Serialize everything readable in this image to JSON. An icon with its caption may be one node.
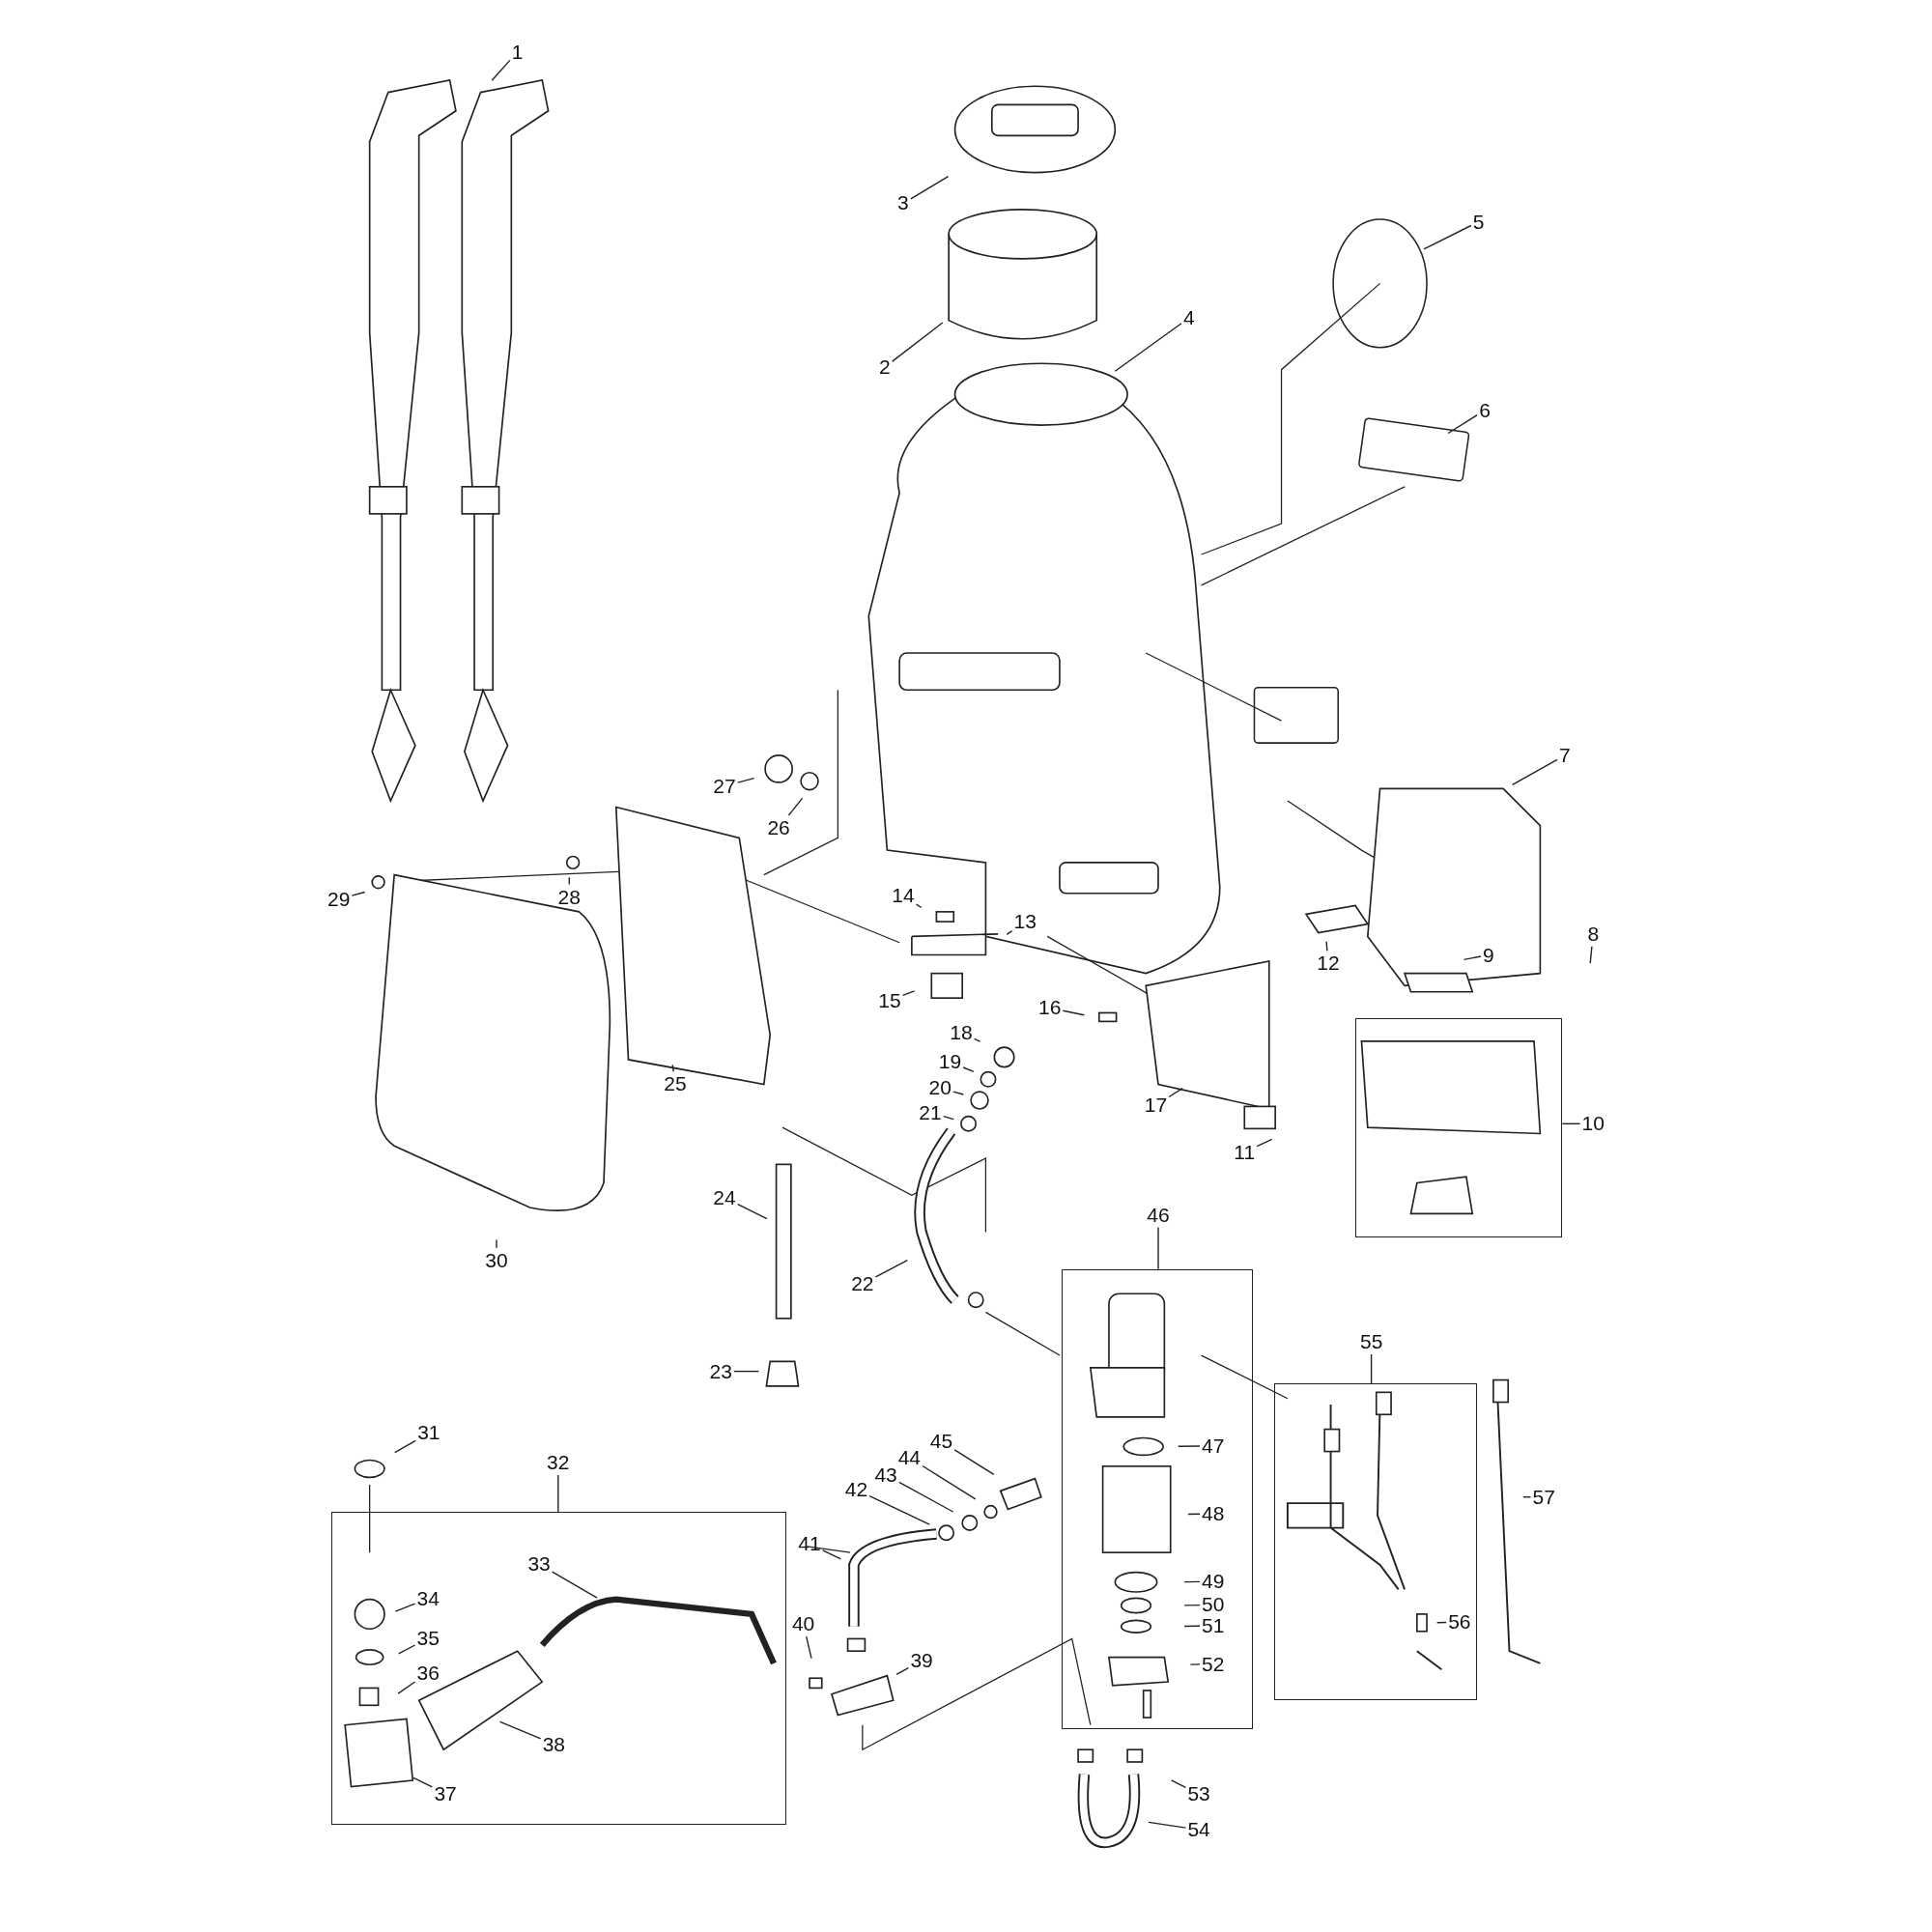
{
  "diagram": {
    "nodes": [
      {
        "text": [],
        "shape": "box"
      },
      {
        "text": [],
        "shape": "box"
      },
      {
        "text": [],
        "shape": "box"
      },
      {
        "text": [],
        "shape": "box"
      },
      {
        "text": [
          "1"
        ]
      },
      {
        "text": [
          "2"
        ]
      },
      {
        "text": [
          "3"
        ]
      },
      {
        "text": [
          "4"
        ]
      },
      {
        "text": [
          "5"
        ]
      },
      {
        "text": [
          "6"
        ]
      },
      {
        "text": [
          "7"
        ]
      },
      {
        "text": [
          "8"
        ]
      },
      {
        "text": [
          "9"
        ]
      },
      {
        "text": [
          "10"
        ]
      },
      {
        "text": [
          "11"
        ]
      },
      {
        "text": [
          "12"
        ]
      },
      {
        "text": [
          "13"
        ]
      },
      {
        "text": [
          "14"
        ]
      },
      {
        "text": [
          "15"
        ]
      },
      {
        "text": [
          "16"
        ]
      },
      {
        "text": [
          "17"
        ]
      },
      {
        "text": [
          "18"
        ]
      },
      {
        "text": [
          "19"
        ]
      },
      {
        "text": [
          "20"
        ]
      },
      {
        "text": [
          "21"
        ]
      },
      {
        "text": [
          "22"
        ]
      },
      {
        "text": [
          "23"
        ]
      },
      {
        "text": [
          "24"
        ]
      },
      {
        "text": [
          "25"
        ]
      },
      {
        "text": [
          "26"
        ]
      },
      {
        "text": [
          "27"
        ]
      },
      {
        "text": [
          "28"
        ]
      },
      {
        "text": [
          "29"
        ]
      },
      {
        "text": [
          "30"
        ]
      },
      {
        "text": [
          "31"
        ]
      },
      {
        "text": [
          "32"
        ]
      },
      {
        "text": [
          "33"
        ],
        "in": 1
      },
      {
        "text": [
          "34"
        ],
        "in": 1
      },
      {
        "text": [
          "35"
        ],
        "in": 1
      },
      {
        "text": [
          "36"
        ],
        "in": 1
      },
      {
        "text": [
          "37"
        ],
        "in": 1
      },
      {
        "text": [
          "38"
        ],
        "in": 1
      },
      {
        "text": [
          "39"
        ]
      },
      {
        "text": [
          "40"
        ]
      },
      {
        "text": [
          "41"
        ]
      },
      {
        "text": [
          "42"
        ]
      },
      {
        "text": [
          "43"
        ]
      },
      {
        "text": [
          "44"
        ]
      },
      {
        "text": [
          "45"
        ]
      },
      {
        "text": [
          "46"
        ]
      },
      {
        "text": [
          "47"
        ],
        "in": 2
      },
      {
        "text": [
          "48"
        ],
        "in": 2
      },
      {
        "text": [
          "49"
        ],
        "in": 2
      },
      {
        "text": [
          "50"
        ],
        "in": 2
      },
      {
        "text": [
          "51"
        ],
        "in": 2
      },
      {
        "text": [
          "52"
        ],
        "in": 2
      },
      {
        "text": [
          "53"
        ]
      },
      {
        "text": [
          "54"
        ]
      },
      {
        "text": [
          "55"
        ]
      },
      {
        "text": [
          "56"
        ],
        "in": 3
      },
      {
        "text": [
          "57"
        ]
      }
    ],
    "edges": [
      {
        "from": 4,
        "to": null,
        "arrow": "none"
      },
      {
        "from": 5,
        "to": null,
        "arrow": "none"
      },
      {
        "from": 6,
        "to": null,
        "arrow": "none"
      },
      {
        "from": 7,
        "to": null,
        "arrow": "none"
      },
      {
        "from": 8,
        "to": null,
        "arrow": "none"
      },
      {
        "from": 9,
        "to": null,
        "arrow": "none"
      },
      {
        "from": 10,
        "to": null,
        "arrow": "none"
      },
      {
        "from": 11,
        "to": null,
        "arrow": "none"
      },
      {
        "from": 12,
        "to": null,
        "arrow": "none"
      },
      {
        "from": 13,
        "to": 0,
        "arrow": "none"
      },
      {
        "from": 14,
        "to": null,
        "arrow": "none"
      },
      {
        "from": 15,
        "to": null,
        "arrow": "none"
      },
      {
        "from": 16,
        "to": null,
        "arrow": "none"
      },
      {
        "from": 17,
        "to": null,
        "arrow": "none"
      },
      {
        "from": 18,
        "to": null,
        "arrow": "none"
      },
      {
        "from": 19,
        "to": null,
        "arrow": "none"
      },
      {
        "from": 20,
        "to": null,
        "arrow": "none"
      },
      {
        "from": 21,
        "to": null,
        "arrow": "none"
      },
      {
        "from": 22,
        "to": null,
        "arrow": "none"
      },
      {
        "from": 23,
        "to": null,
        "arrow": "none"
      },
      {
        "from": 24,
        "to": null,
        "arrow": "none"
      },
      {
        "from": 25,
        "to": null,
        "arrow": "none"
      },
      {
        "from": 26,
        "to": null,
        "arrow": "none"
      },
      {
        "from": 27,
        "to": null,
        "arrow": "none"
      },
      {
        "from": 28,
        "to": null,
        "arrow": "none"
      },
      {
        "from": 29,
        "to": null,
        "arrow": "none"
      },
      {
        "from": 30,
        "to": null,
        "arrow": "none"
      },
      {
        "from": 31,
        "to": null,
        "arrow": "none"
      },
      {
        "from": 32,
        "to": null,
        "arrow": "none"
      },
      {
        "from": 33,
        "to": null,
        "arrow": "none"
      },
      {
        "from": 34,
        "to": null,
        "arrow": "none"
      },
      {
        "from": 35,
        "to": 1,
        "arrow": "none"
      },
      {
        "from": 36,
        "to": null,
        "arrow": "none"
      },
      {
        "from": 37,
        "to": null,
        "arrow": "none"
      },
      {
        "from": 38,
        "to": null,
        "arrow": "none"
      },
      {
        "from": 39,
        "to": null,
        "arrow": "none"
      },
      {
        "from": 40,
        "to": null,
        "arrow": "none"
      },
      {
        "from": 41,
        "to": null,
        "arrow": "none"
      },
      {
        "from": 42,
        "to": null,
        "arrow": "none"
      },
      {
        "from": 43,
        "to": null,
        "arrow": "none"
      },
      {
        "from": 44,
        "to": null,
        "arrow": "none"
      },
      {
        "from": 45,
        "to": null,
        "arrow": "none"
      },
      {
        "from": 46,
        "to": null,
        "arrow": "none"
      },
      {
        "from": 47,
        "to": null,
        "arrow": "none"
      },
      {
        "from": 48,
        "to": null,
        "arrow": "none"
      },
      {
        "from": 49,
        "to": 2,
        "arrow": "none"
      },
      {
        "from": 50,
        "to": null,
        "arrow": "none"
      },
      {
        "from": 51,
        "to": null,
        "arrow": "none"
      },
      {
        "from": 52,
        "to": null,
        "arrow": "none"
      },
      {
        "from": 53,
        "to": null,
        "arrow": "none"
      },
      {
        "from": 54,
        "to": null,
        "arrow": "none"
      },
      {
        "from": 55,
        "to": null,
        "arrow": "none"
      },
      {
        "from": 56,
        "to": null,
        "arrow": "none"
      },
      {
        "from": 57,
        "to": null,
        "arrow": "none"
      },
      {
        "from": 58,
        "to": 3,
        "arrow": "none"
      },
      {
        "from": 59,
        "to": null,
        "arrow": "none"
      },
      {
        "from": 60,
        "to": null,
        "arrow": "none"
      }
    ]
  }
}
